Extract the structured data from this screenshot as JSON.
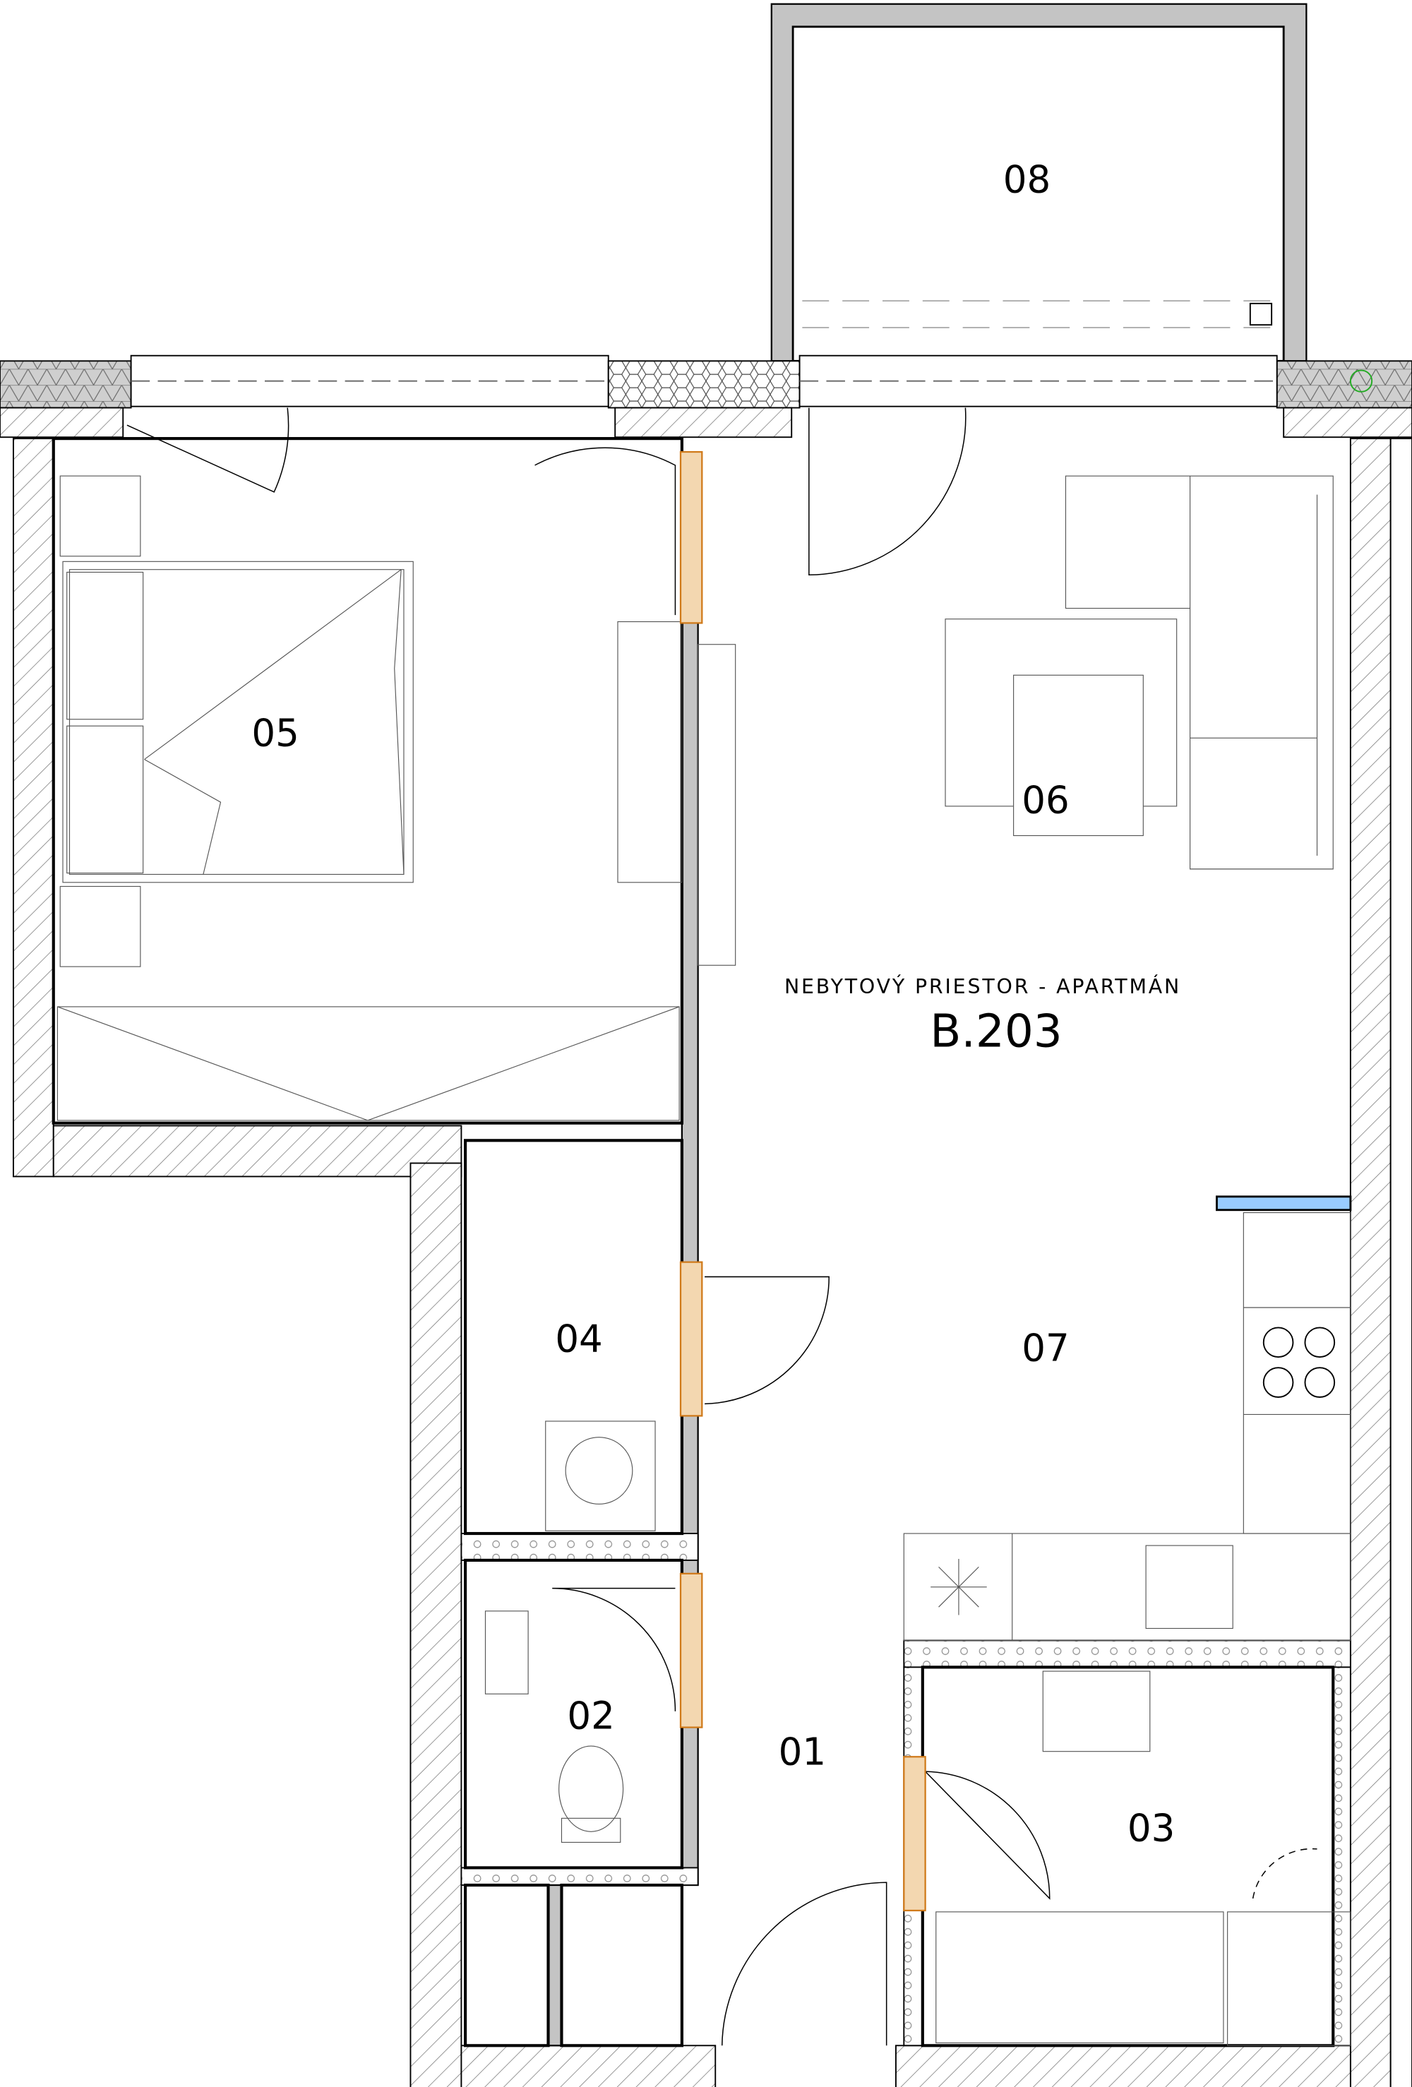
{
  "plan": {
    "space_type": "NEBYTOVÝ PRIESTOR - APARTMÁN",
    "unit_number": "B.203"
  },
  "rooms": [
    {
      "id": "01"
    },
    {
      "id": "02"
    },
    {
      "id": "03"
    },
    {
      "id": "04"
    },
    {
      "id": "05"
    },
    {
      "id": "06"
    },
    {
      "id": "07"
    },
    {
      "id": "08"
    }
  ],
  "colors": {
    "wall": "#c4c4c4",
    "door_frame": "#d07a1a",
    "shelf": "#99ccff"
  }
}
